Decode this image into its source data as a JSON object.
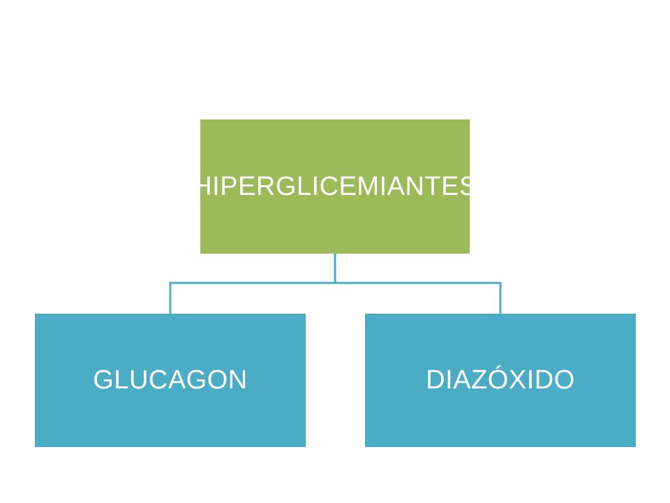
{
  "diagram": {
    "root": {
      "label": "HIPERGLICEMIANTES"
    },
    "children": [
      {
        "label": "GLUCAGON"
      },
      {
        "label": "DIAZÓXIDO"
      }
    ]
  },
  "colors": {
    "root_fill": "#9bbb59",
    "child_fill": "#4bacc6",
    "connector": "#4bacc6",
    "text": "#ffffff"
  }
}
